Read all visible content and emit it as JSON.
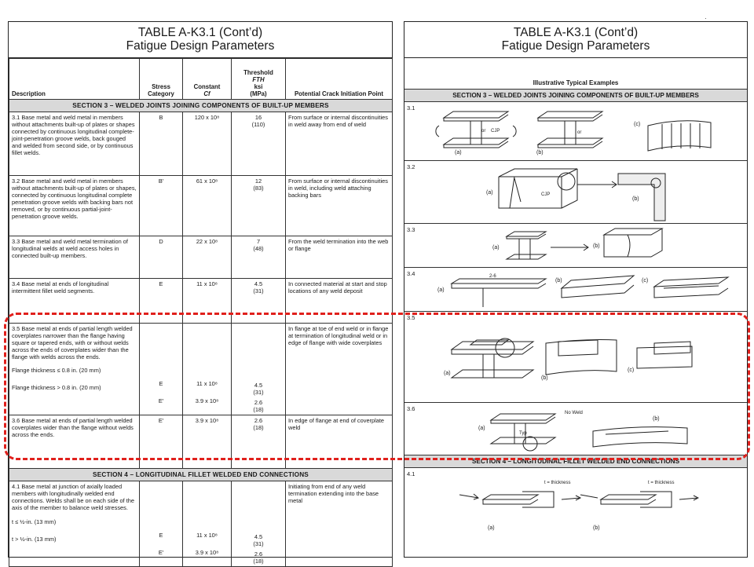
{
  "title_line1": "TABLE A-K3.1 (Cont’d)",
  "title_line2": "Fatigue Design Parameters",
  "columns": {
    "description": "Description",
    "stress_category": "Stress Category",
    "constant": "Constant",
    "constant_sym": "Cf",
    "threshold_l1": "Threshold",
    "threshold_l2": "FTH",
    "threshold_l3": "ksi",
    "threshold_l4": "(MPa)",
    "initiation": "Potential Crack Initiation Point"
  },
  "section3_title": "SECTION 3 – WELDED JOINTS JOINING COMPONENTS OF BUILT-UP MEMBERS",
  "section4_title": "SECTION 4 – LONGITUDINAL FILLET WELDED END CONNECTIONS",
  "rows": {
    "r31": {
      "desc": "3.1 Base metal and weld metal in members without attachments built-up of plates or shapes connected by continuous longitudinal complete-joint-penetration groove welds, back gouged and welded from second side, or by continuous fillet welds.",
      "cat": "B",
      "cf": "120 x 10⁸",
      "fth": "16",
      "mpa": "(110)",
      "init": "From surface or internal discontinuities in weld away from end of weld"
    },
    "r32": {
      "desc": "3.2 Base metal and weld metal in members without attachments built-up of plates or shapes, connected by continuous longitudinal complete penetration groove welds with backing bars not removed, or by continuous partial-joint-penetration groove welds.",
      "cat": "B′",
      "cf": "61 x 10⁸",
      "fth": "12",
      "mpa": "(83)",
      "init": "From surface or internal discontinuities in weld, including weld attaching backing bars"
    },
    "r33": {
      "desc": "3.3 Base metal and weld metal termination of longitudinal welds at weld access holes in connected built-up members.",
      "cat": "D",
      "cf": "22 x 10⁸",
      "fth": "7",
      "mpa": "(48)",
      "init": "From the weld termination into the web or flange"
    },
    "r34": {
      "desc": "3.4 Base metal at ends of longitudinal intermittent fillet weld segments.",
      "cat": "E",
      "cf": "11 x 10⁸",
      "fth": "4.5",
      "mpa": "(31)",
      "init": "In connected material at start and stop locations of any weld deposit"
    },
    "r35": {
      "desc": "3.5 Base metal at ends of partial length welded coverplates narrower than the flange having square or tapered ends, with or without welds across the ends of coverplates wider than the flange with welds across the ends.",
      "sub1": "Flange thickness ≤ 0.8 in. (20 mm)",
      "cat1": "E",
      "cf1": "11 x 10⁸",
      "fth1": "4.5",
      "mpa1": "(31)",
      "sub2": "Flange thickness > 0.8 in. (20 mm)",
      "cat2": "E′",
      "cf2": "3.9 x 10⁸",
      "fth2": "2.6",
      "mpa2": "(18)",
      "init": "In flange at toe of end weld or in flange at termination of longitudinal weld or in edge of flange with wide coverplates"
    },
    "r36": {
      "desc": "3.6 Base metal at ends of partial length welded coverplates wider than the flange without welds across the ends.",
      "cat": "E′",
      "cf": "3.9 x 10⁸",
      "fth": "2.6",
      "mpa": "(18)",
      "init": "In edge of flange at end of coverplate weld"
    },
    "r41": {
      "desc": "4.1 Base metal at junction of axially loaded members with longitudinally welded end connections. Welds shall be on each side of the axis of the member to balance weld stresses.",
      "sub1": "t ≤ ½-in. (13 mm)",
      "cat1": "E",
      "cf1": "11 x 10⁸",
      "fth1": "4.5",
      "mpa1": "(31)",
      "sub2": "t > ½-in. (13 mm)",
      "cat2": "E′",
      "cf2": "3.9 x 10⁸",
      "fth2": "2.6",
      "mpa2": "(18)",
      "init": "Initiating from end of any weld termination extending into the base metal"
    }
  },
  "right": {
    "header": "Illustrative Typical Examples",
    "nums": [
      "3.1",
      "3.2",
      "3.3",
      "3.4",
      "3.5",
      "3.6",
      "4.1"
    ],
    "labels": {
      "a": "(a)",
      "b": "(b)",
      "c": "(c)",
      "cjp": "CJP",
      "or": "or",
      "typ": "Typ",
      "no_weld": "No Weld",
      "thickness": "t = thickness",
      "dim": "2-6"
    }
  },
  "highlight_color": "#e0201c"
}
